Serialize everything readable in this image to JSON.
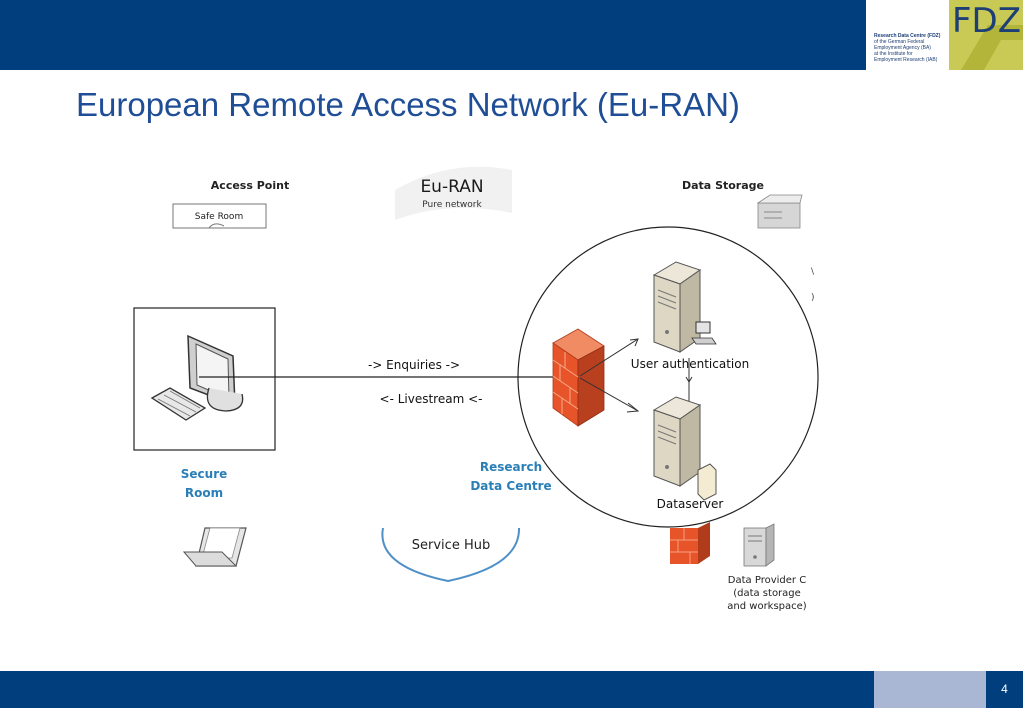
{
  "slide": {
    "title": "European Remote Access Network (Eu-RAN)",
    "page_number": "4"
  },
  "logo": {
    "mark": "FDZ",
    "lines": [
      "Research Data Centre (FDZ)",
      "of the German Federal",
      "Employment Agency (BA)",
      "at the Institute for",
      "Employment Research (IAB)"
    ]
  },
  "background_diagram": {
    "access_point": "Access Point",
    "eu_ran": "Eu-RAN",
    "pure_network": "Pure network",
    "data_storage": "Data Storage",
    "safe_room": "Safe Room",
    "service_hub": "Service Hub",
    "provider_c": [
      "Data Provider C",
      "(data storage",
      "and workspace)"
    ]
  },
  "overlay_diagram": {
    "enquiries": "-> Enquiries ->",
    "livestream": "<- Livestream <-",
    "user_auth": "User authentication",
    "dataserver": "Dataserver",
    "secure_room": [
      "Secure",
      "Room"
    ],
    "research_dc": [
      "Research",
      "Data Centre"
    ]
  },
  "colors": {
    "bar_blue": "#003e7e",
    "title_blue": "#1f4e97",
    "label_blue": "#2a7fb8",
    "firewall": "#e8542a",
    "logo_green": "#c7c94a"
  }
}
